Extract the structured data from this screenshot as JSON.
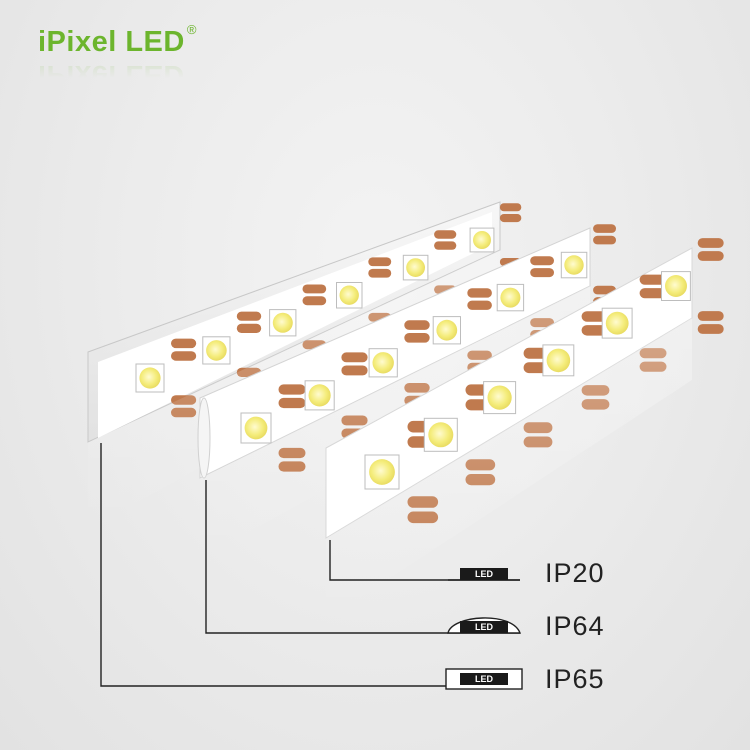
{
  "brand": {
    "name": "iPixel LED",
    "registered": "®",
    "color": "#6cb52d"
  },
  "legend": [
    {
      "tag": "LED",
      "rating": "IP20"
    },
    {
      "tag": "LED",
      "rating": "IP64"
    },
    {
      "tag": "LED",
      "rating": "IP65"
    }
  ],
  "colors": {
    "pad": "#c07a4e",
    "led": "#f4ec7a",
    "strip": "#ffffff",
    "line": "#222222"
  }
}
